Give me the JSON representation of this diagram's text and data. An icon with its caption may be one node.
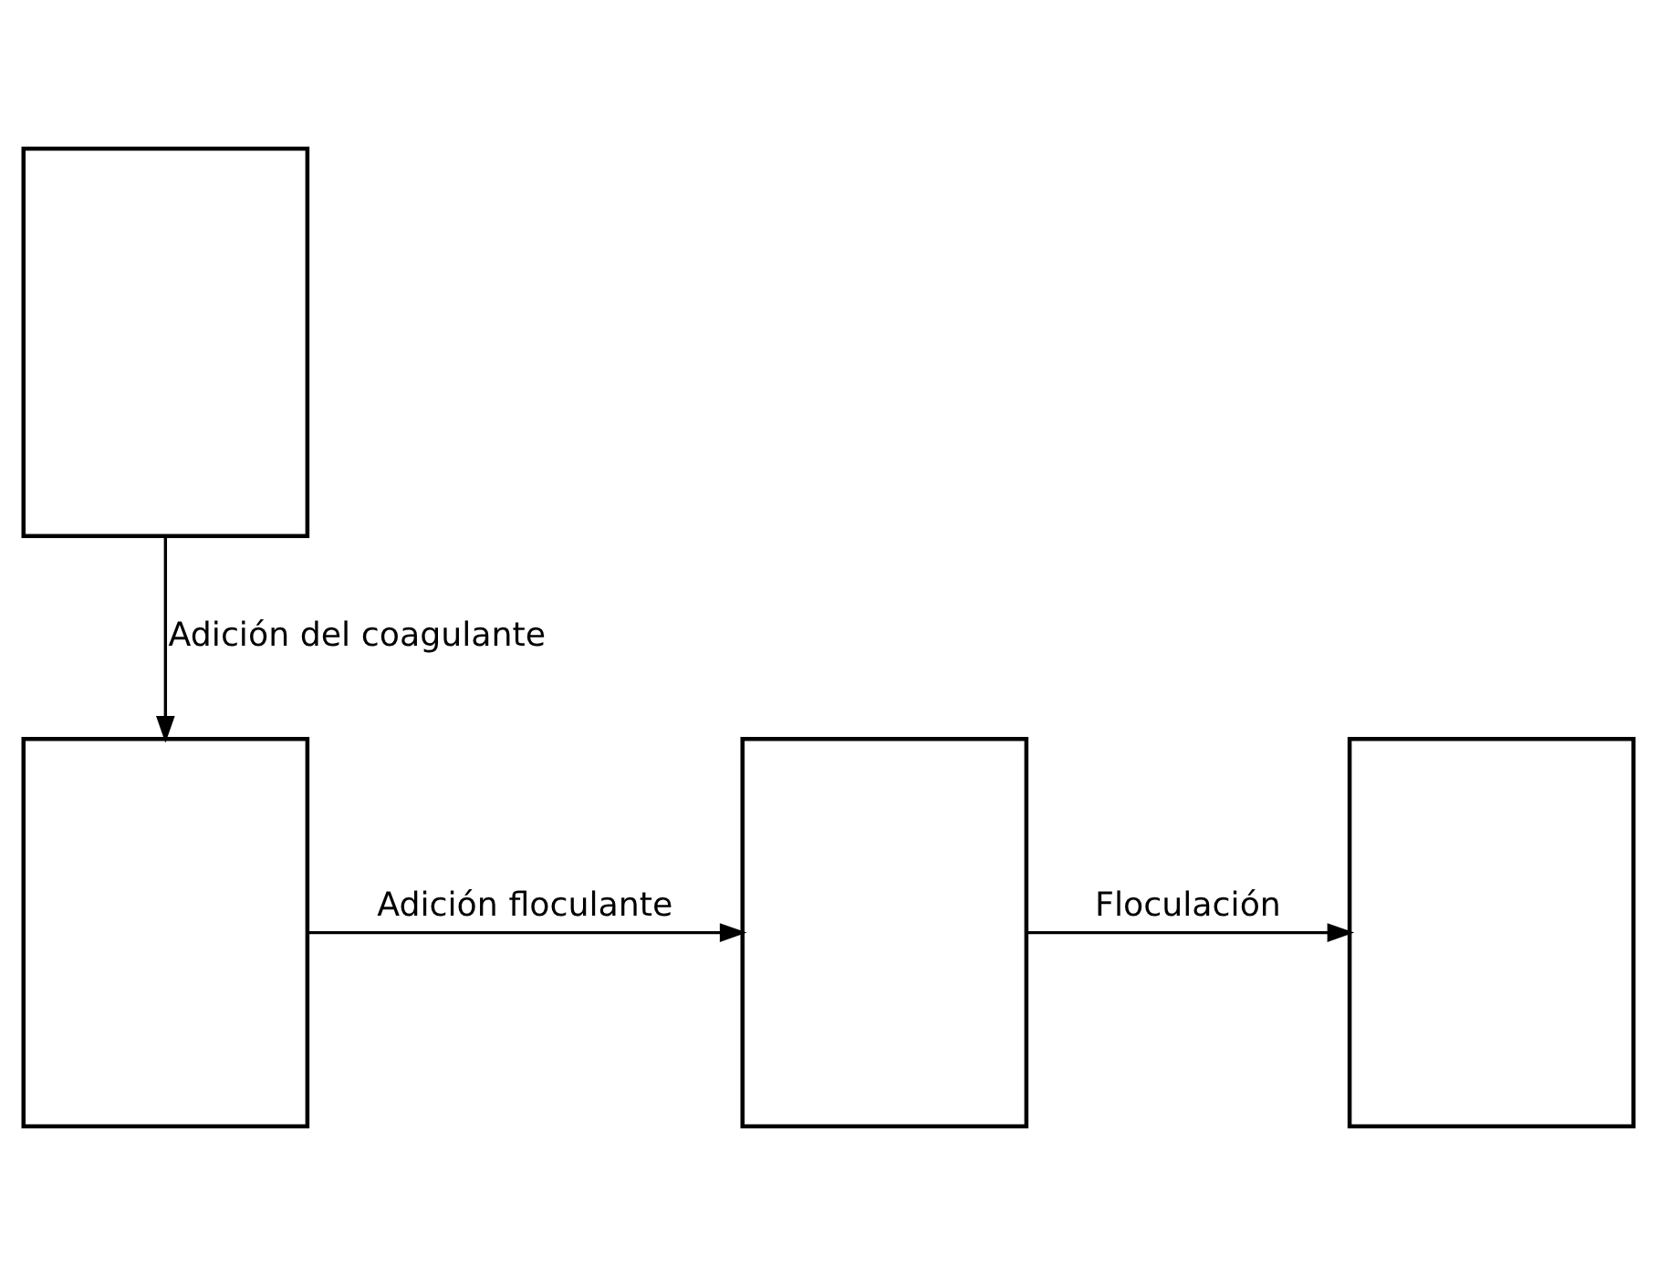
{
  "diagram": {
    "nodes": [
      {
        "text": [],
        "shape": "box"
      },
      {
        "text": [],
        "shape": "box"
      },
      {
        "text": [],
        "shape": "box"
      },
      {
        "text": [],
        "shape": "box"
      }
    ],
    "edges": [
      {
        "from": 0,
        "to": 1,
        "arrow": "to",
        "label": "Adición del coagulante"
      },
      {
        "from": 1,
        "to": 2,
        "arrow": "to",
        "label": "Adición floculante"
      },
      {
        "from": 2,
        "to": 3,
        "arrow": "to",
        "label": "Floculación"
      }
    ]
  }
}
